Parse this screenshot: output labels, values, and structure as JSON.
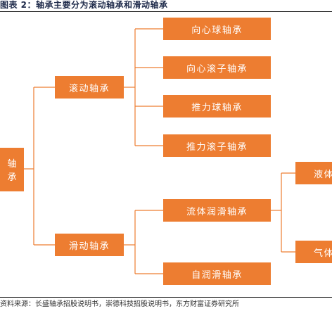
{
  "caption": "图表 2：轴承主要分为滚动轴承和滑动轴承",
  "source": "资料来源：长盛轴承招股说明书，崇德科技招股说明书，东方财富证券研究所",
  "colors": {
    "box_fill": "#ed7d31",
    "connector": "#ed7d31",
    "text": "#ffffff"
  },
  "diagram": {
    "root": {
      "label_top": "轴",
      "label_bottom": "承"
    },
    "rolling": {
      "label": "滚动轴承",
      "children": [
        "向心球轴承",
        "向心滚子轴承",
        "推力球轴承",
        "推力滚子轴承"
      ]
    },
    "sliding": {
      "label": "滑动轴承",
      "children": [
        "流体润滑轴承",
        "自润滑轴承"
      ],
      "fluid_children": [
        "液体",
        "气体"
      ]
    }
  }
}
